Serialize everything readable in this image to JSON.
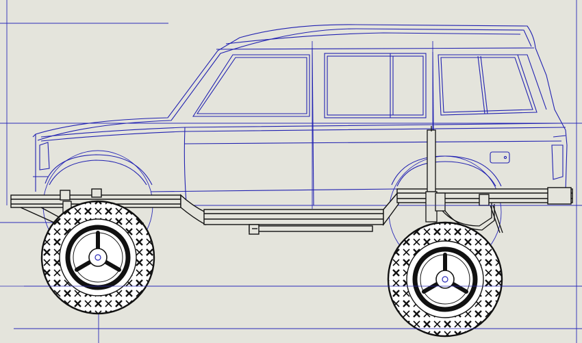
{
  "drawing": {
    "subject": "",
    "colors": {
      "background": "#e4e4dc",
      "sketch_line": "#2a2ab8",
      "body_outline": "#2020b0",
      "chassis": "#111111",
      "tire_fill": "#ffffff",
      "wheel_rim": "#111111"
    },
    "components": [
      "construction-lines",
      "vehicle-body",
      "chassis-frame",
      "front-suspension",
      "rear-suspension",
      "front-wheel",
      "rear-wheel"
    ]
  }
}
